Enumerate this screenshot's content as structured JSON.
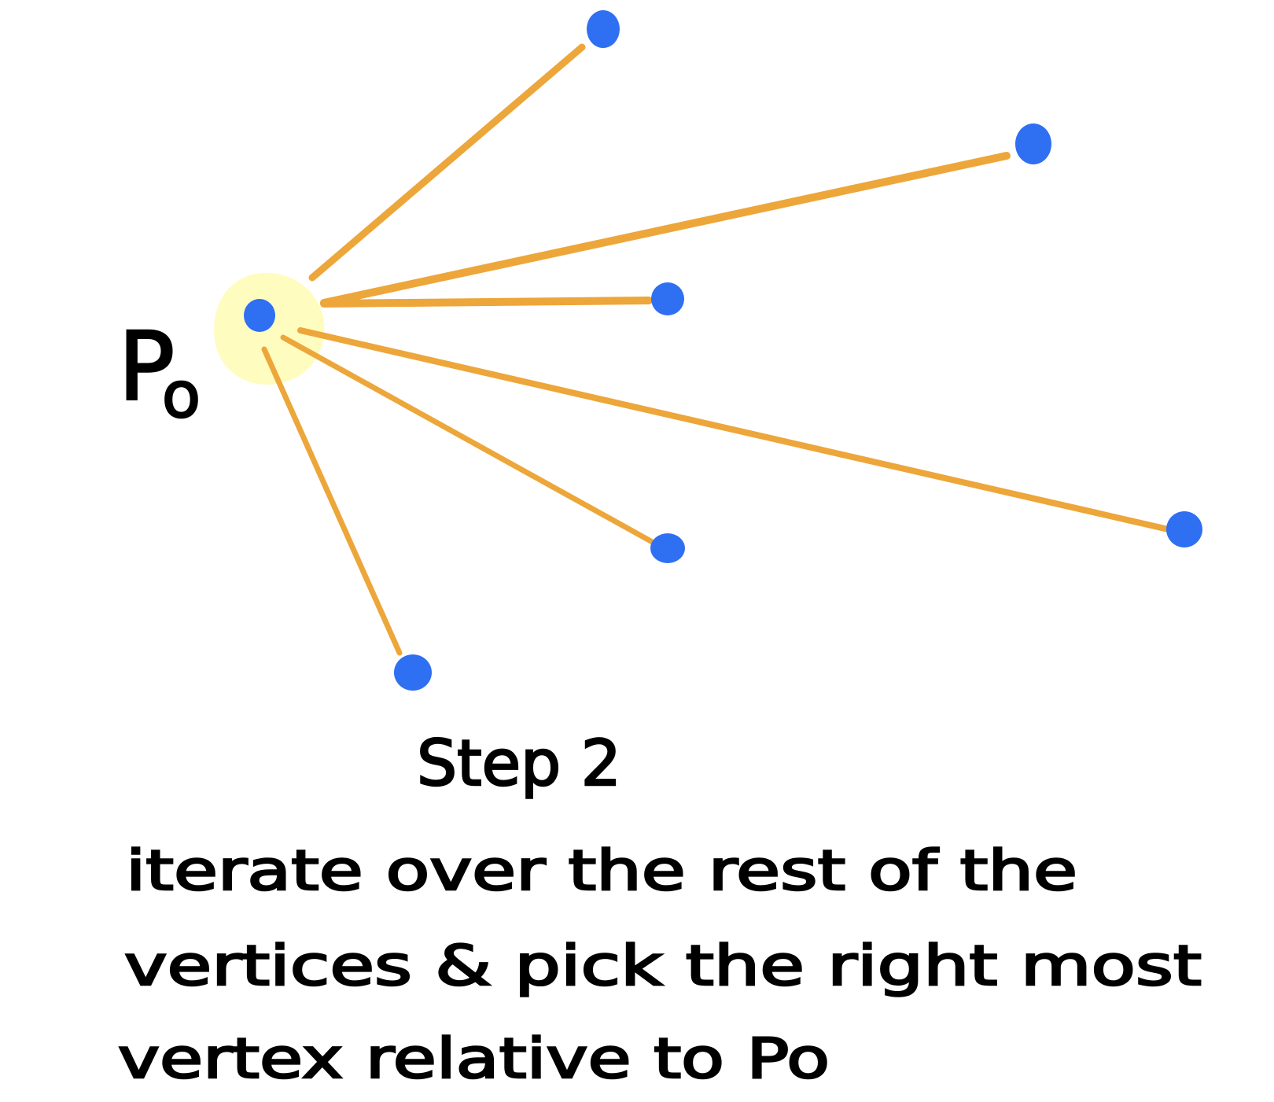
{
  "diagram": {
    "origin_label": {
      "letter": "P",
      "subscript": "o"
    },
    "step_title": "Step 2",
    "description_lines": [
      "iterate over the rest of the",
      "vertices & pick the right most",
      "vertex relative to Po"
    ],
    "colors": {
      "vertex": "#2f6ff2",
      "edge": "#eda63a",
      "highlight": "#fffcbf",
      "text": "#000000"
    }
  }
}
